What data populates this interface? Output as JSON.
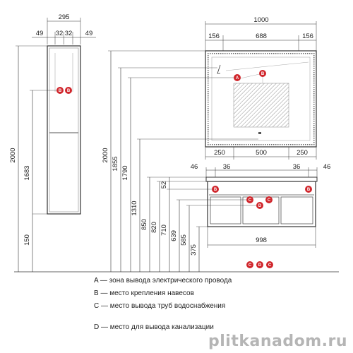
{
  "dims_top": {
    "col_total": "295",
    "col_parts": [
      "49",
      "32",
      "32",
      "49"
    ],
    "mirror_total": "1000",
    "mirror_parts": [
      "156",
      "688",
      "156"
    ],
    "mirror_bottom": [
      "250",
      "500",
      "250"
    ],
    "cab_top": [
      "46",
      "36",
      "36",
      "46"
    ],
    "cab_width": "998"
  },
  "dims_vertical": {
    "col_height": "2000",
    "col_mount": "1683",
    "col_bottom": "150",
    "floor_total": "2000",
    "mirror_h1": "1855",
    "mirror_h2": "1790",
    "h1310": "1310",
    "h850": "850",
    "h820": "820",
    "h710": "710",
    "h639": "639",
    "h585": "585",
    "h375": "375",
    "h52": "52"
  },
  "markers": {
    "a": "A",
    "b": "B",
    "c": "C",
    "d": "D"
  },
  "legend": {
    "a": "A — зона вывода электрического провода",
    "b": "B — место крепления навесов",
    "c": "C — место вывода труб водоснабжения",
    "d": "D — место для вывода канализации"
  },
  "watermark": "plitkanadom.ru",
  "colors": {
    "marker": "#d0262c",
    "line": "#333333",
    "led": "#555555"
  }
}
